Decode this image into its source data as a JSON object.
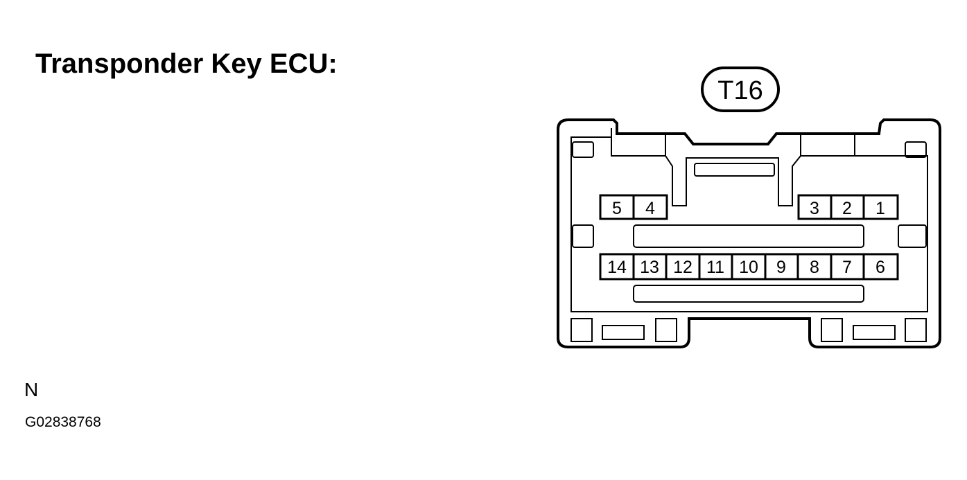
{
  "title": "Transponder Key ECU:",
  "connector": {
    "code": "T16",
    "upper_row_left": [
      "5",
      "4"
    ],
    "upper_row_right": [
      "3",
      "2",
      "1"
    ],
    "lower_row": [
      "14",
      "13",
      "12",
      "11",
      "10",
      "9",
      "8",
      "7",
      "6"
    ]
  },
  "view_letter": "N",
  "figure_id": "G02838768"
}
